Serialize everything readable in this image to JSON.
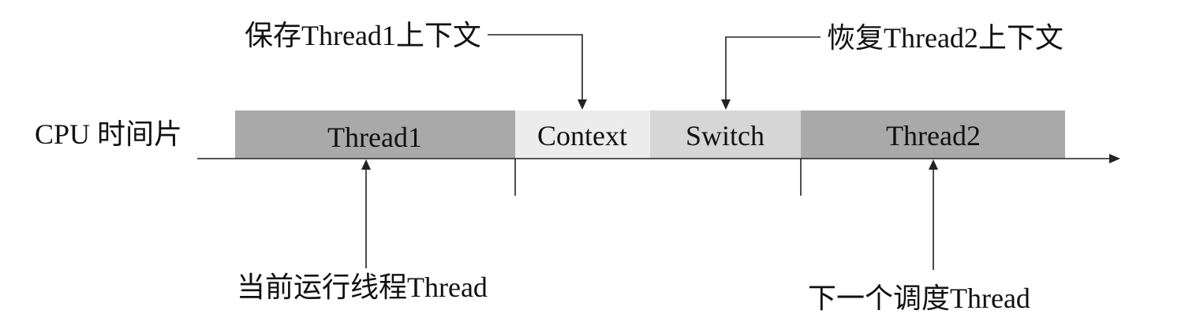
{
  "axis_label": "CPU 时间片",
  "segments": [
    {
      "label": "Thread1",
      "color": "#a9a9a9"
    },
    {
      "label": "Context",
      "color": "#ececec"
    },
    {
      "label": "Switch",
      "color": "#d6d6d6"
    },
    {
      "label": "Thread2",
      "color": "#a9a9a9"
    }
  ],
  "annotations": {
    "save_context": "保存Thread1上下文",
    "restore_context": "恢复Thread2上下文",
    "current_thread": "当前运行线程Thread",
    "next_thread": "下一个调度Thread"
  }
}
